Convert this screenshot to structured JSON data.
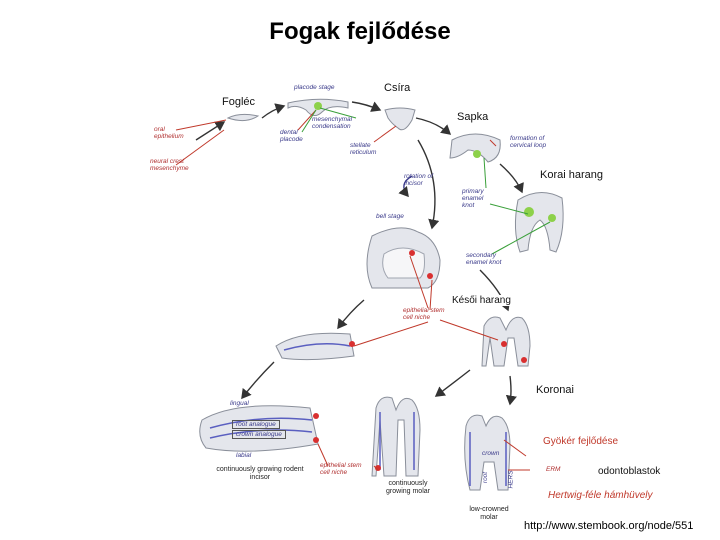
{
  "title": "Fogak fejlődése",
  "stages": {
    "fogléc": "Fogléc",
    "csíra": "Csíra",
    "sapka": "Sapka",
    "korai_harang": "Korai harang",
    "késői_harang": "Késői harang",
    "koronai": "Koronai",
    "gyökér": "Gyökér fejlődése",
    "odontoblastok": "odontoblastok",
    "hertwig": "Hertwig-féle hámhüvely"
  },
  "figure_labels": {
    "placode_stage": "placode stage",
    "oral_epithelium": "oral epithelium",
    "neural_crest": "neural crest mesenchyme",
    "dental_placode": "dental placode",
    "mesenchymal_condensation": "mesenchymal condensation",
    "stellate_reticulum": "stellate reticulum",
    "formation_cervical_loop": "formation of cervical loop",
    "rotation_incisor": "rotation of incisor",
    "primary_enamel_knot": "primary enamel knot",
    "bell_stage": "bell stage",
    "secondary_enamel_knot": "secondary enamel knot",
    "epithelial_stem_cell_niche": "epithelial stem cell niche",
    "lingual": "lingual",
    "root_analogue": "root analogue",
    "crown_analogue": "crown analogue",
    "labial": "labial",
    "epithelial_stem_cell_niche_2": "epithelial stem cell niche",
    "crown": "crown",
    "root": "root",
    "hers": "HERS",
    "erm": "ERM",
    "continuously_growing_rodent_incisor": "continuously growing rodent incisor",
    "continuously_growing_molar": "continuously growing molar",
    "low_crowned_molar": "low-crowned molar"
  },
  "source_url": "http://www.stembook.org/node/551",
  "colors": {
    "tissue_fill": "#e4e6ec",
    "tissue_stroke": "#8a8f9a",
    "green_knot": "#8dd14a",
    "red_cell": "#d93030",
    "arrow_red": "#c0392b",
    "arrow_green": "#3aa03a",
    "arrow_dark": "#333333",
    "blue_layer": "#5a5fc0"
  }
}
